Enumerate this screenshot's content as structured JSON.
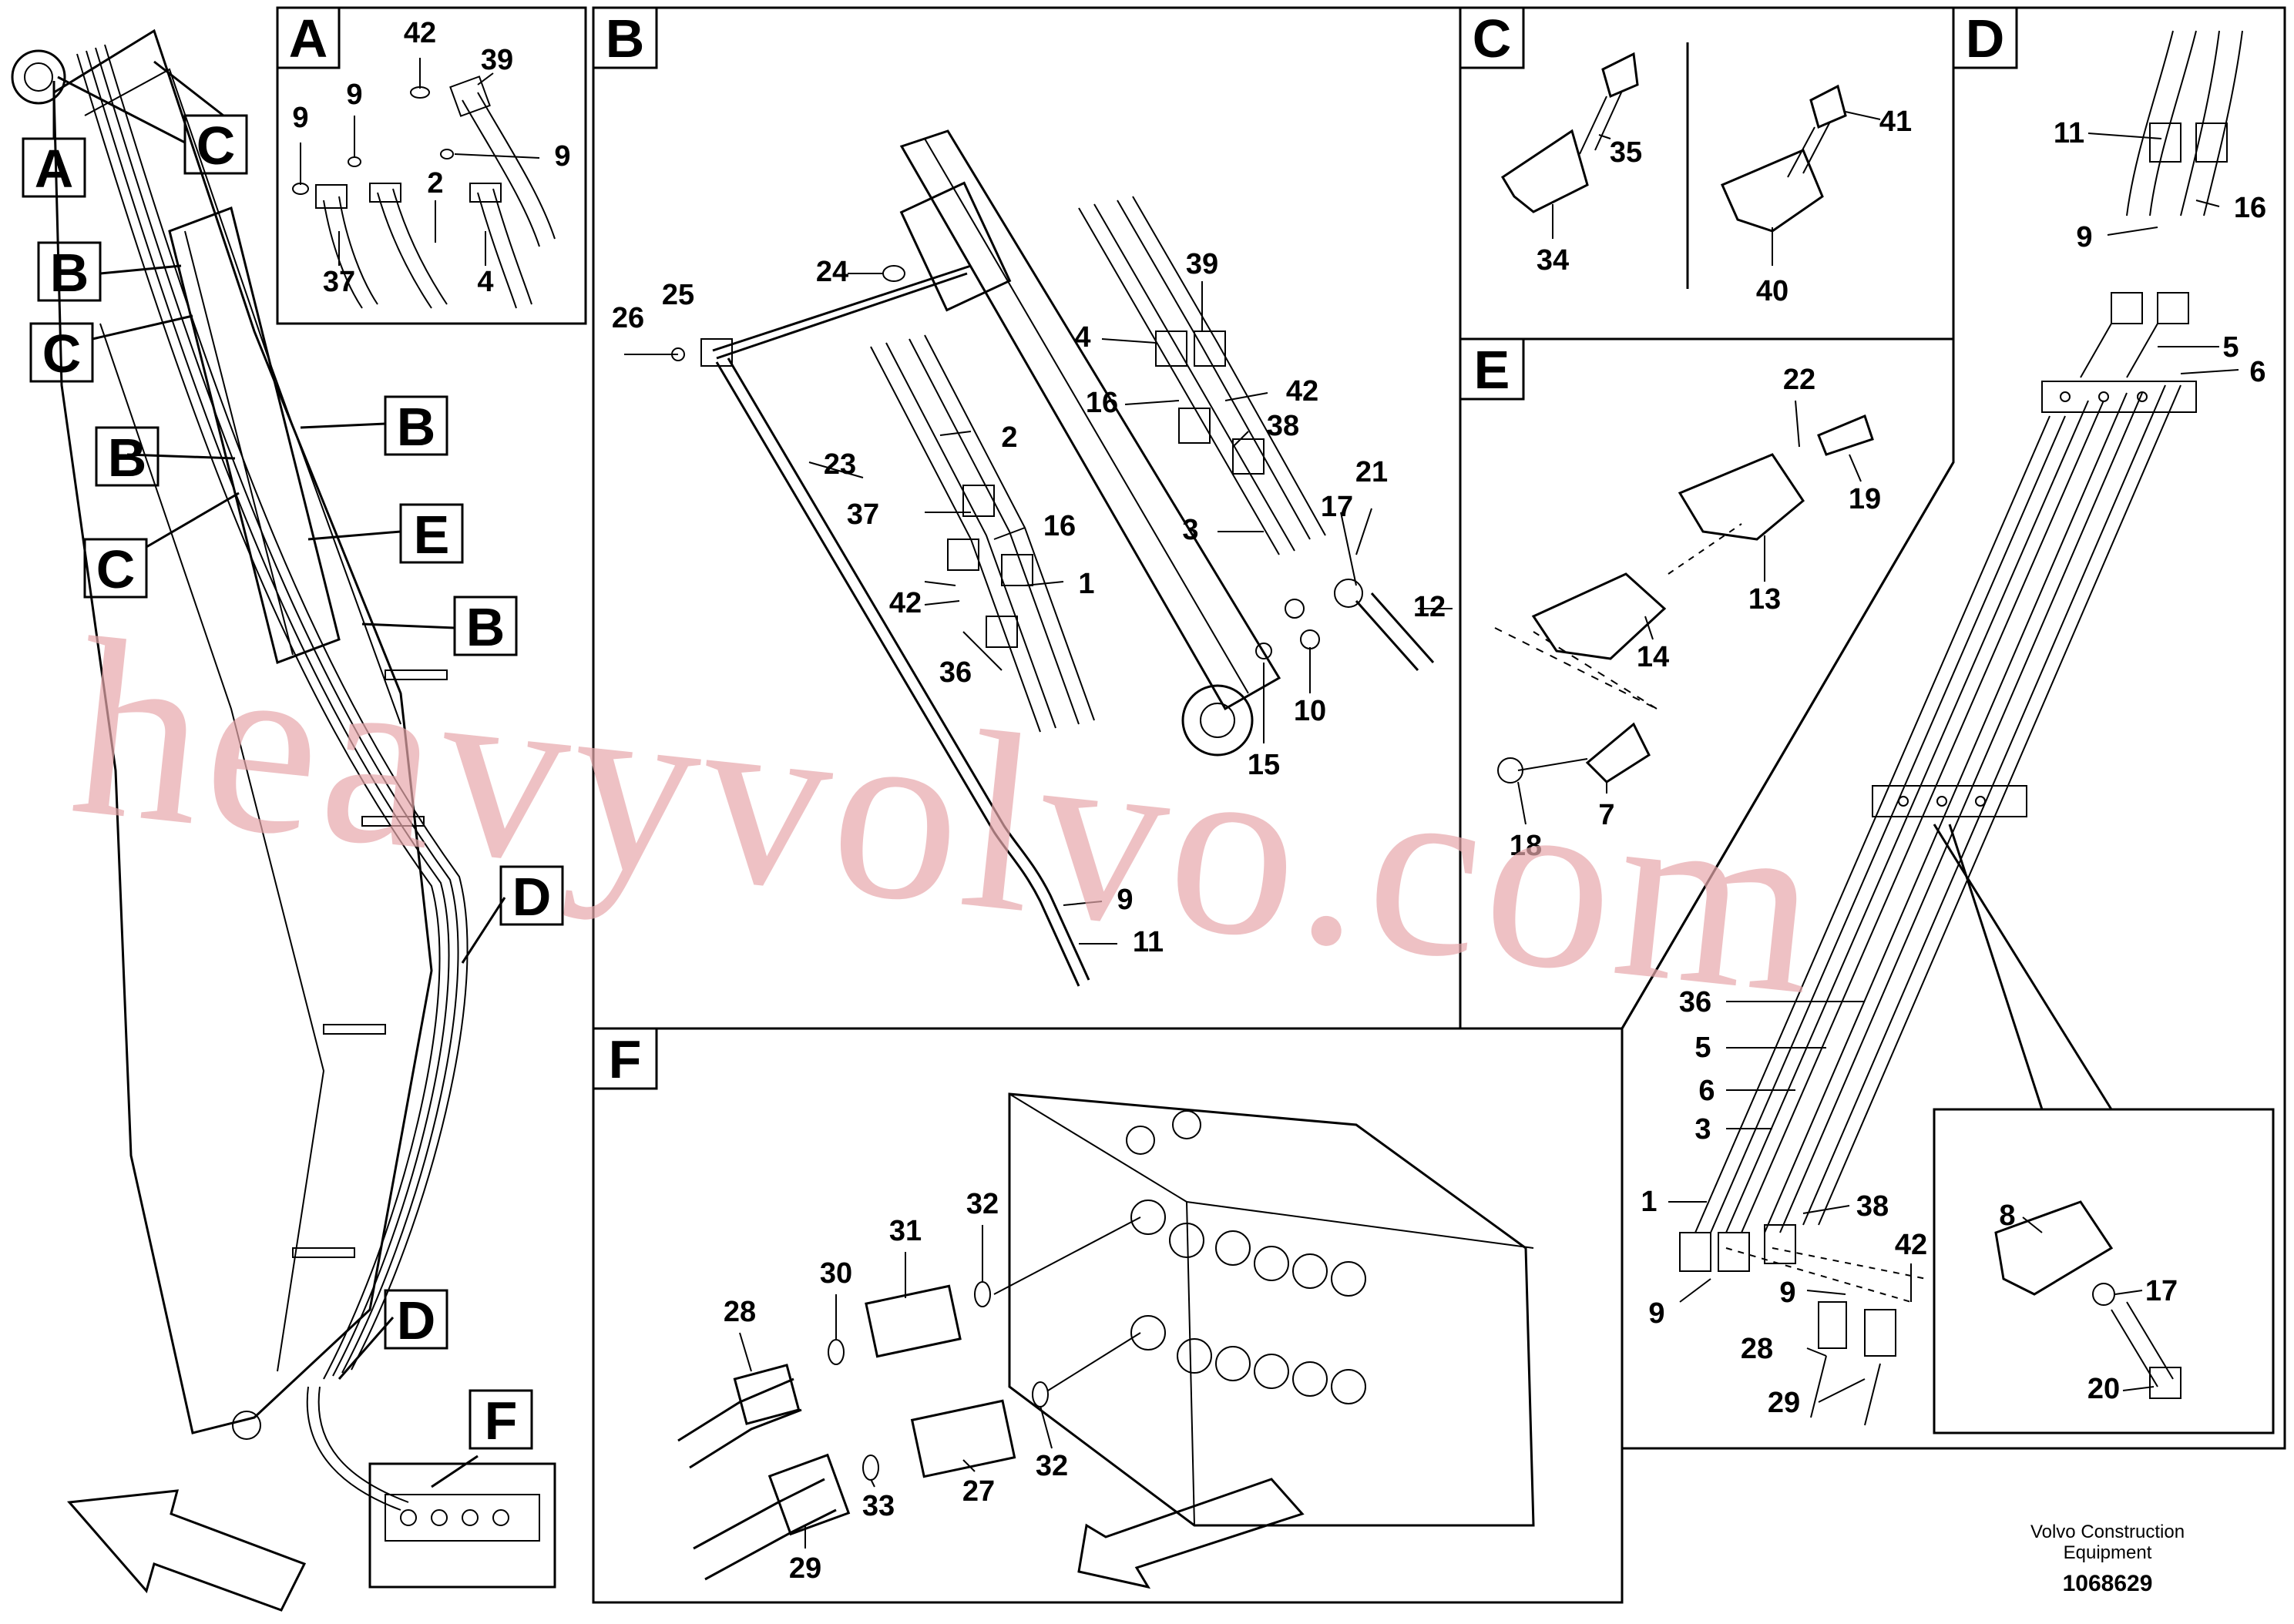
{
  "footer": {
    "company_line1": "Volvo Construction",
    "company_line2": "Equipment",
    "drawing_number": "1068629"
  },
  "watermark": "heavyvolvo.com",
  "overview": {
    "callouts": [
      "A",
      "C",
      "B",
      "C",
      "B",
      "E",
      "C",
      "B",
      "B",
      "D",
      "D",
      "F"
    ]
  },
  "panels": {
    "A": {
      "letter": "A",
      "parts": [
        "42",
        "39",
        "9",
        "9",
        "9",
        "2",
        "37",
        "4"
      ]
    },
    "B": {
      "letter": "B",
      "parts": [
        "24",
        "39",
        "26",
        "25",
        "4",
        "16",
        "42",
        "23",
        "2",
        "38",
        "37",
        "16",
        "3",
        "21",
        "17",
        "1",
        "42",
        "12",
        "36",
        "10",
        "15",
        "9",
        "11"
      ]
    },
    "C": {
      "letter": "C",
      "parts": [
        "35",
        "41",
        "34",
        "40"
      ]
    },
    "D": {
      "letter": "D",
      "parts": [
        "11",
        "16",
        "9",
        "5",
        "6",
        "36",
        "5",
        "6",
        "3",
        "1",
        "38",
        "42",
        "9",
        "9",
        "28",
        "29"
      ]
    },
    "E": {
      "letter": "E",
      "parts": [
        "22",
        "19",
        "13",
        "14",
        "7",
        "18"
      ]
    },
    "F": {
      "letter": "F",
      "parts": [
        "32",
        "31",
        "30",
        "28",
        "32",
        "27",
        "33",
        "29"
      ]
    },
    "detail": {
      "parts": [
        "8",
        "17",
        "20"
      ]
    }
  }
}
